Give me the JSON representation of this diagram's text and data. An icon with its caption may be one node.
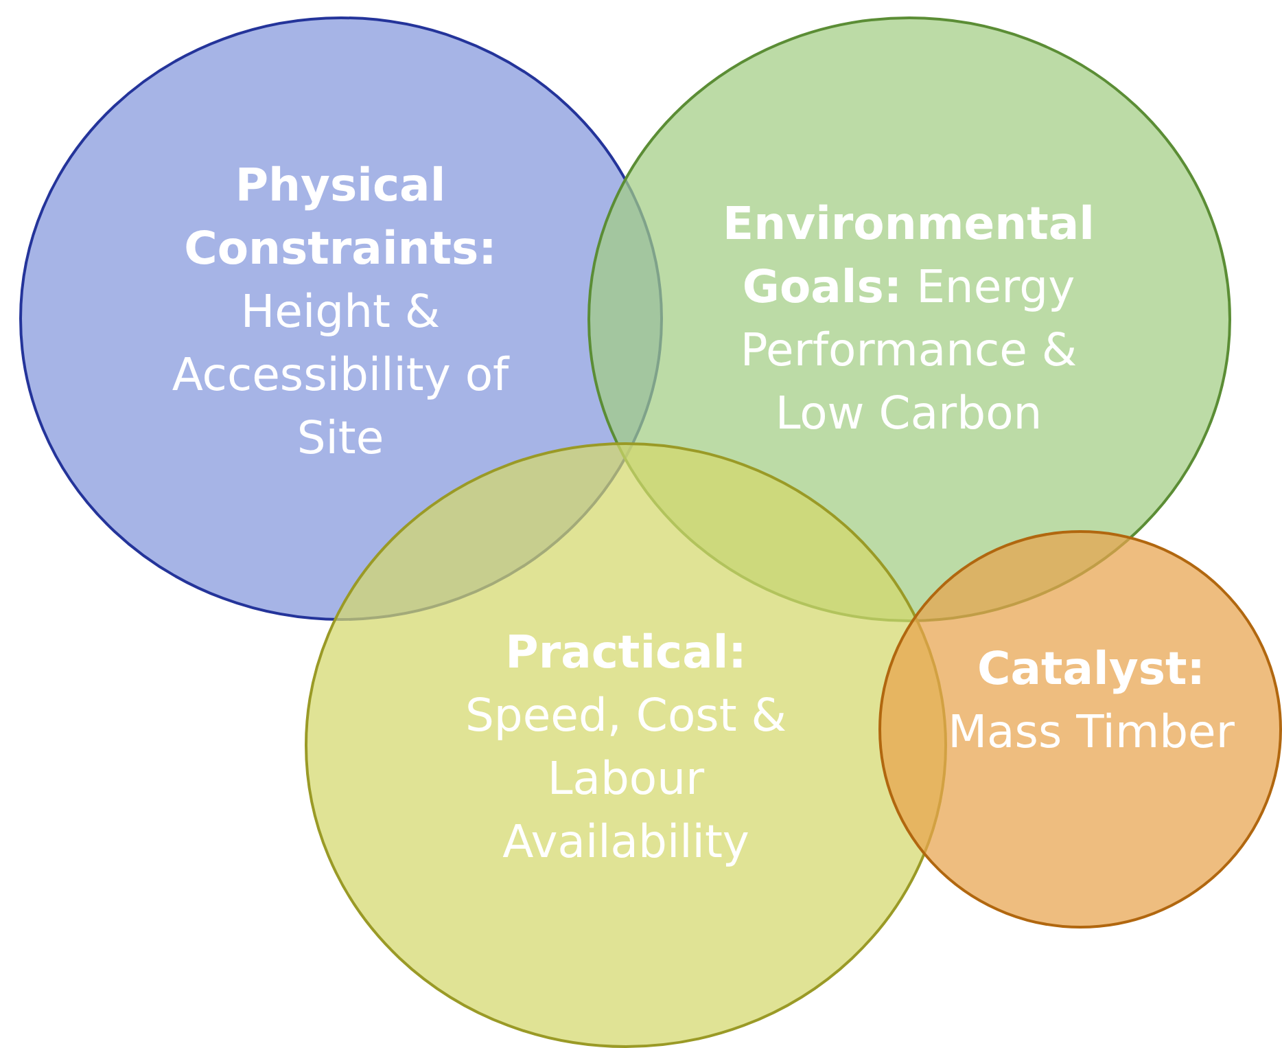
{
  "diagram": {
    "nodes": [
      {
        "text": [
          "**Physical Constraints:** Height & Accessibility of Site"
        ]
      },
      {
        "text": [
          "**Environmental Goals:** Energy Performance & Low Carbon"
        ]
      },
      {
        "text": [
          "**Practical:** Speed, Cost & Labour Availability"
        ]
      },
      {
        "text": [
          "**Catalyst:** Mass Timber"
        ]
      }
    ],
    "edges": []
  }
}
